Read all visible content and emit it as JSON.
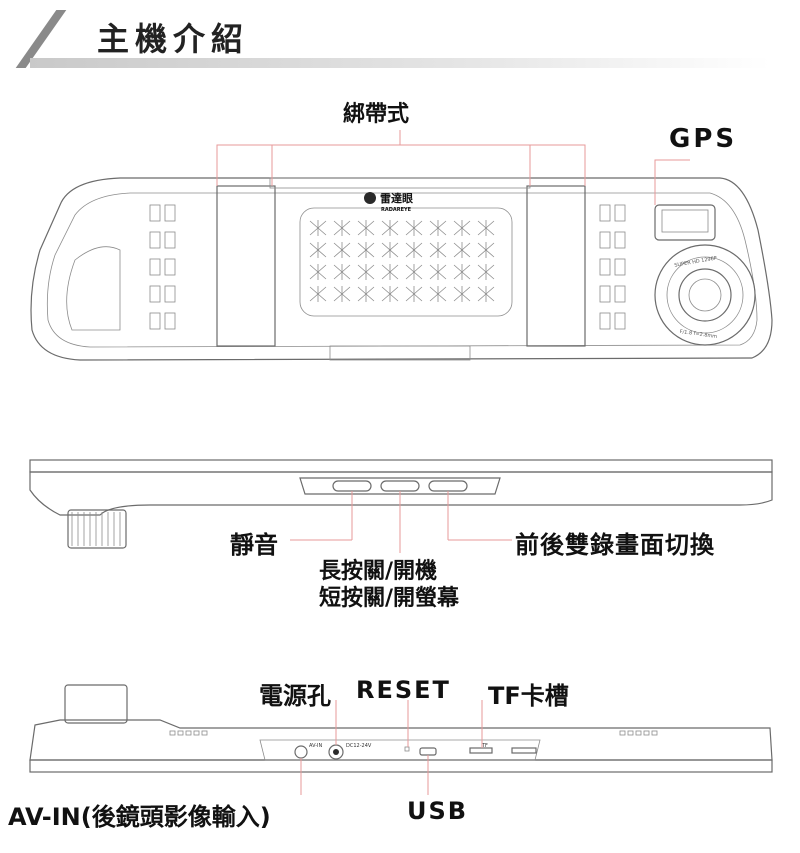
{
  "header": {
    "title": "主機介紹"
  },
  "labels": {
    "strap": "綁帶式",
    "gps": "GPS",
    "mute": "靜音",
    "switch": "前後雙錄畫面切換",
    "long_press": "長按關/開機",
    "short_press": "短按關/開螢幕",
    "power": "電源孔",
    "reset": "RESET",
    "tf": "TF卡槽",
    "avin": "AV-IN(後鏡頭影像輸入)",
    "usb": "USB"
  },
  "device": {
    "brand": "雷達眼",
    "brand_sub": "RADAREYE",
    "lens_text_top": "SUPER HD 1296P",
    "lens_text_bottom": "F/1.8 f=2.8mm",
    "port_av": "AV-IN",
    "port_dc": "DC12-24V",
    "port_tf": "TF",
    "colors": {
      "outline": "#6b6b6b",
      "leader_red": "#e79a9a"
    }
  }
}
